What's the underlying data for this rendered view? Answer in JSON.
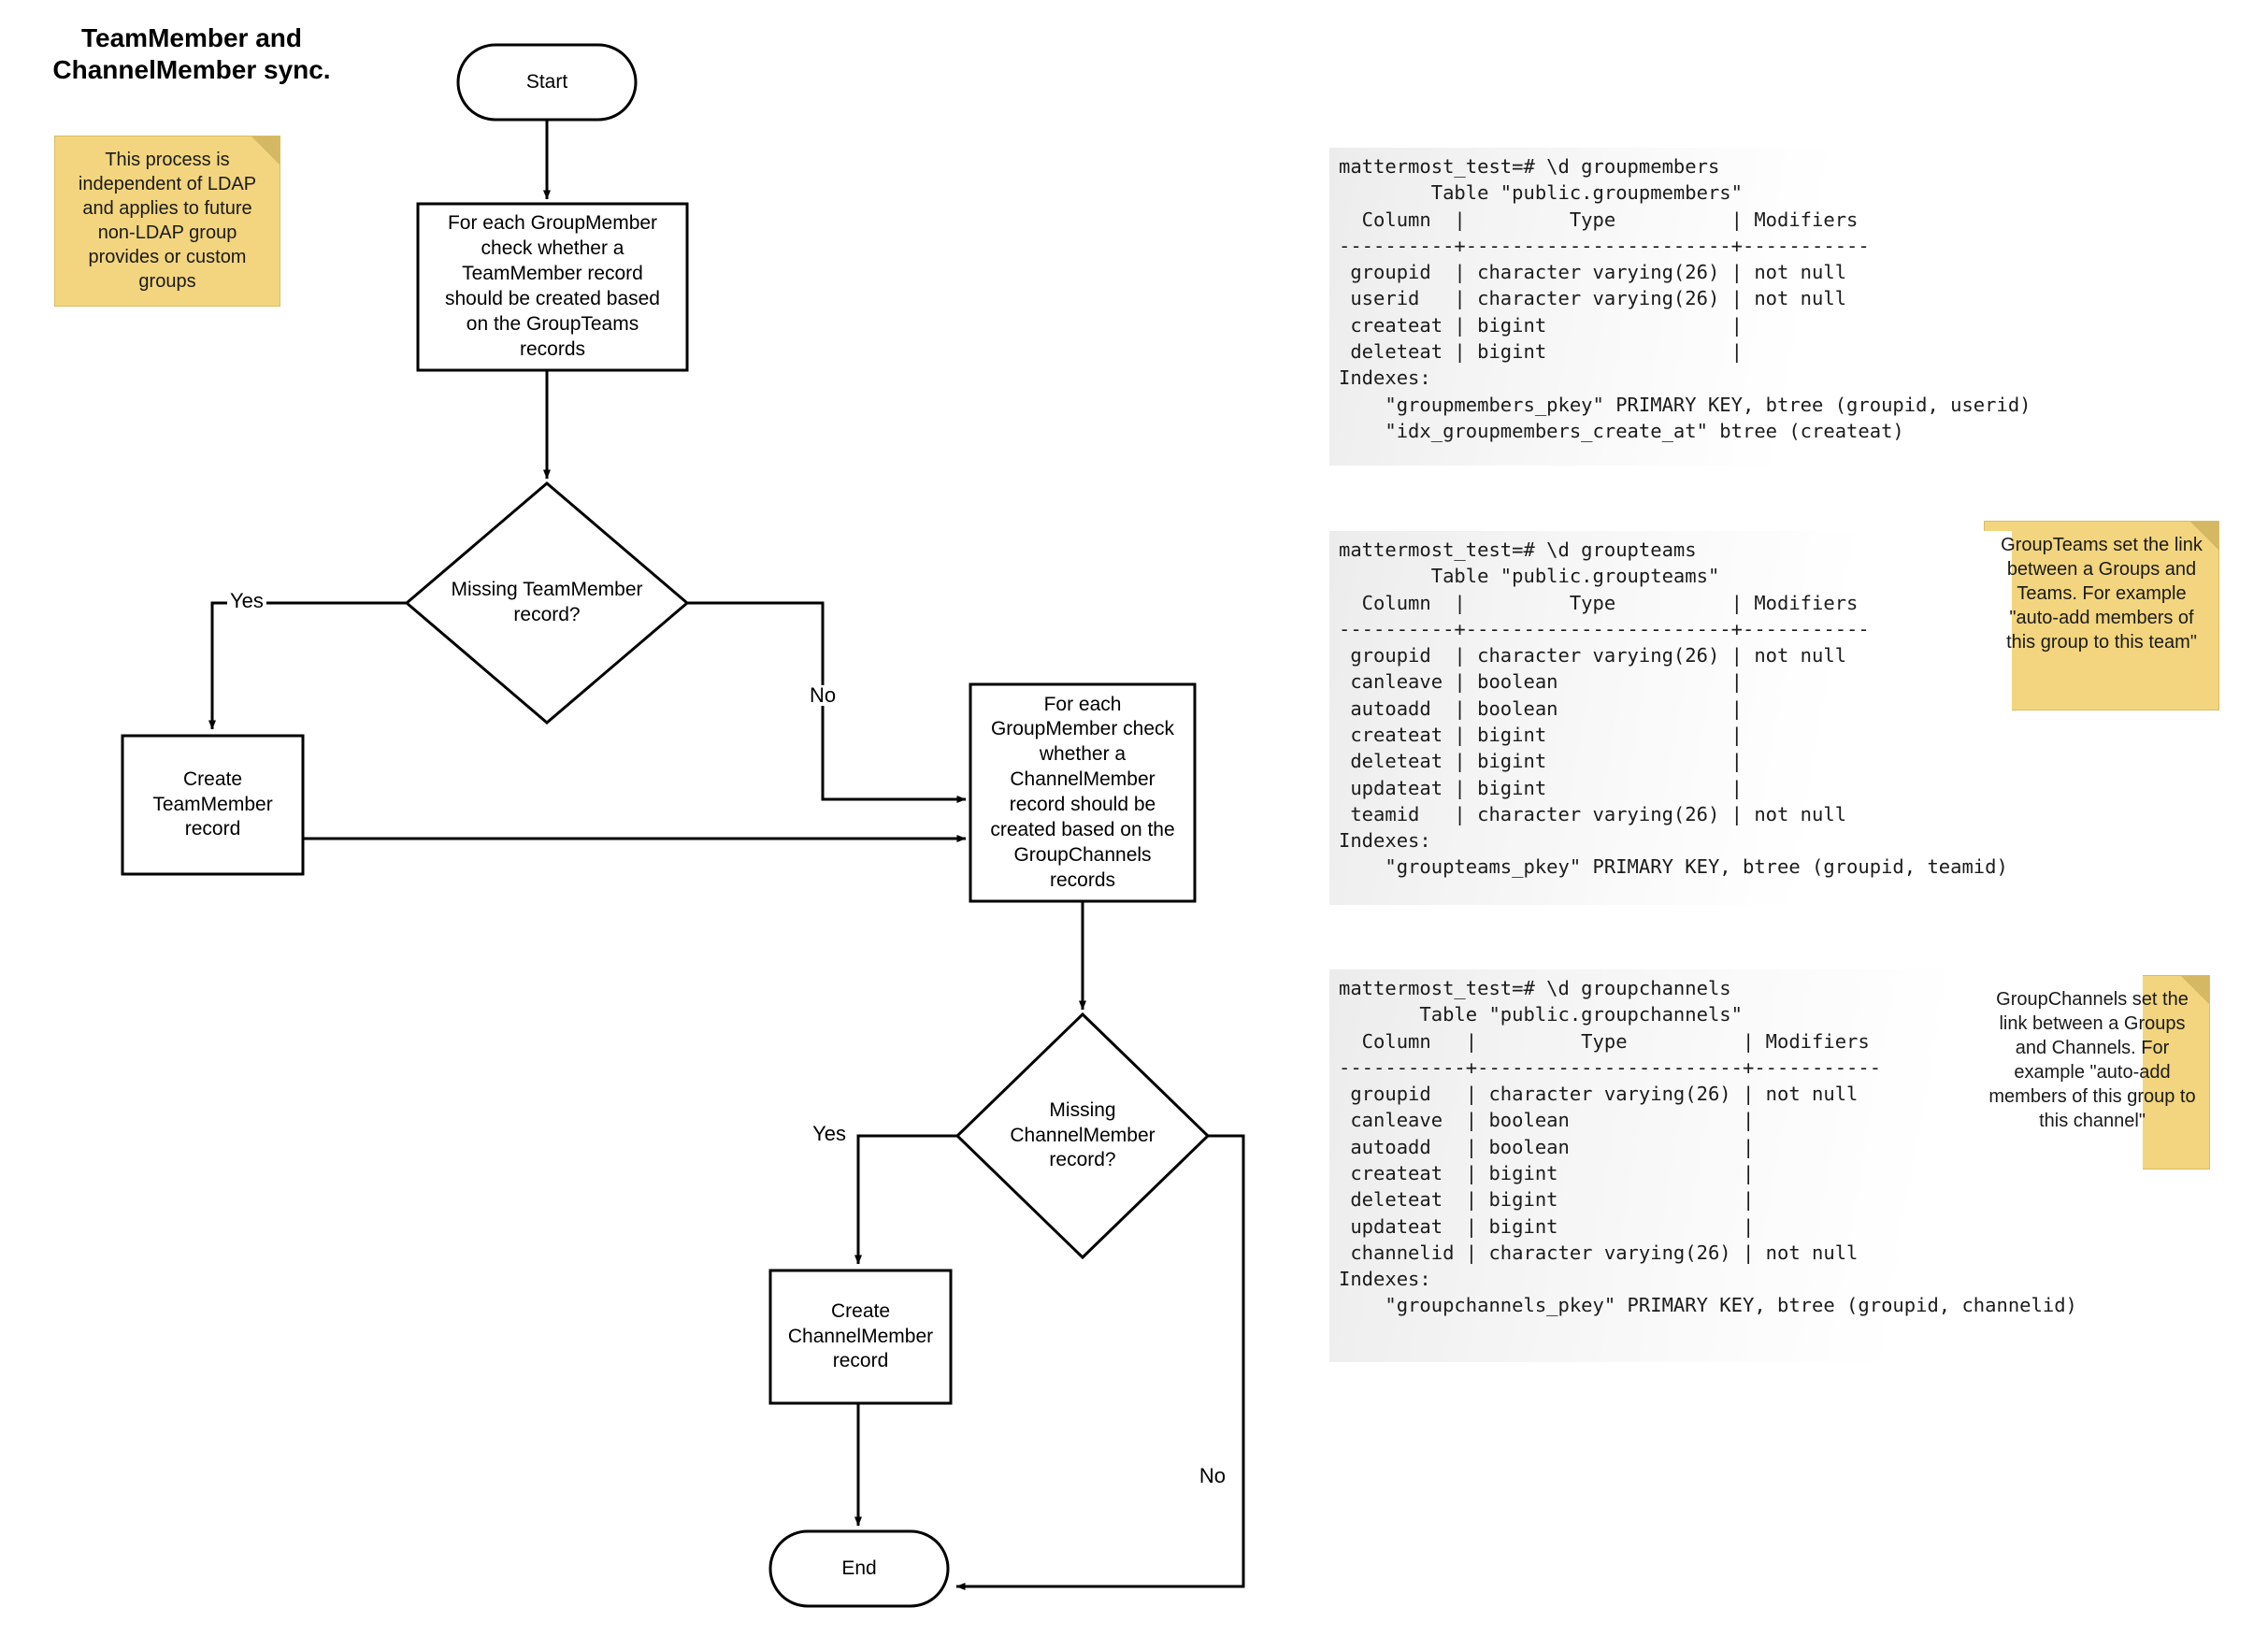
{
  "title": "TeamMember and\nChannelMember sync.",
  "flowchart": {
    "nodes": {
      "start": "Start",
      "process_team": "For each GroupMember check whether a TeamMember record should be created based on the GroupTeams records",
      "decision_team": "Missing TeamMember record?",
      "create_team": "Create TeamMember record",
      "process_channel": "For each GroupMember check whether a ChannelMember record should be created based on the GroupChannels records",
      "decision_channel": "Missing ChannelMember record?",
      "create_channel": "Create ChannelMember record",
      "end": "End"
    },
    "edge_labels": {
      "team_yes": "Yes",
      "team_no": "No",
      "channel_yes": "Yes",
      "channel_no": "No"
    }
  },
  "sticky_notes": [
    {
      "id": "note-ldap",
      "text": "This process is independent of LDAP and applies to future non-LDAP group provides or custom groups"
    },
    {
      "id": "note-groupteams",
      "text": "GroupTeams set the link between a Groups and Teams. For example \"auto-add members of this group to this team\""
    },
    {
      "id": "note-groupchannels",
      "text": "GroupChannels set the link between a Groups and Channels. For example \"auto-add members of this group to this channel\""
    }
  ],
  "terminals": [
    {
      "id": "terminal-groupmembers",
      "prompt": "mattermost_test=# \\d groupmembers",
      "text": "mattermost_test=# \\d groupmembers\n        Table \"public.groupmembers\"\n  Column  |         Type          | Modifiers\n----------+-----------------------+-----------\n groupid  | character varying(26) | not null\n userid   | character varying(26) | not null\n createat | bigint                |\n deleteat | bigint                |\nIndexes:\n    \"groupmembers_pkey\" PRIMARY KEY, btree (groupid, userid)\n    \"idx_groupmembers_create_at\" btree (createat)"
    },
    {
      "id": "terminal-groupteams",
      "prompt": "mattermost_test=# \\d groupteams",
      "text": "mattermost_test=# \\d groupteams\n        Table \"public.groupteams\"\n  Column  |         Type          | Modifiers\n----------+-----------------------+-----------\n groupid  | character varying(26) | not null\n canleave | boolean               |\n autoadd  | boolean               |\n createat | bigint                |\n deleteat | bigint                |\n updateat | bigint                |\n teamid   | character varying(26) | not null\nIndexes:\n    \"groupteams_pkey\" PRIMARY KEY, btree (groupid, teamid)"
    },
    {
      "id": "terminal-groupchannels",
      "prompt": "mattermost_test=# \\d groupchannels",
      "text": "mattermost_test=# \\d groupchannels\n       Table \"public.groupchannels\"\n  Column   |         Type          | Modifiers\n-----------+-----------------------+-----------\n groupid   | character varying(26) | not null\n canleave  | boolean               |\n autoadd   | boolean               |\n createat  | bigint                |\n deleteat  | bigint                |\n updateat  | bigint                |\n channelid | character varying(26) | not null\nIndexes:\n    \"groupchannels_pkey\" PRIMARY KEY, btree (groupid, channelid)"
    }
  ],
  "colors": {
    "sticky_fill": "#f2d57e",
    "sticky_fold": "#d4b863",
    "stroke": "#000000",
    "terminal_bg": "#ececec"
  }
}
